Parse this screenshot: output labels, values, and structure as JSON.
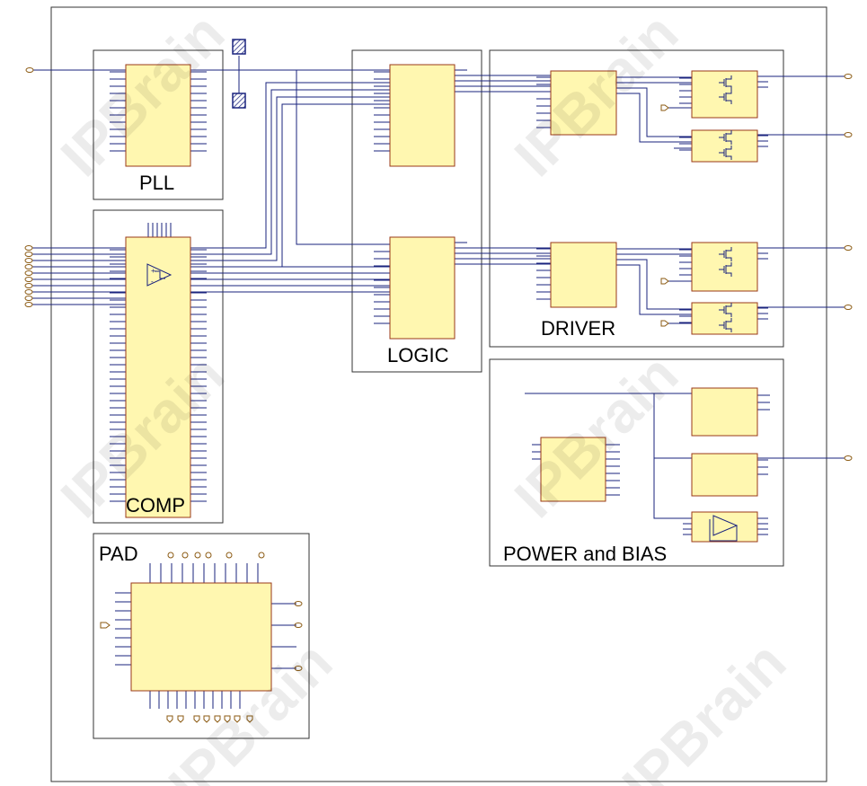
{
  "diagram": {
    "blocks": {
      "pll": {
        "label": "PLL"
      },
      "comp": {
        "label": "COMP"
      },
      "pad": {
        "label": "PAD"
      },
      "logic": {
        "label": "LOGIC"
      },
      "driver": {
        "label": "DRIVER"
      },
      "power": {
        "label": "POWER and BIAS"
      }
    },
    "watermark": "IPBrain",
    "colors": {
      "wire": "#1a237e",
      "pin": "#1a237e",
      "chip_fill": "#fff7b0",
      "chip_border": "#9a3a18",
      "frame": "#333333",
      "port": "#8b5a12"
    }
  }
}
